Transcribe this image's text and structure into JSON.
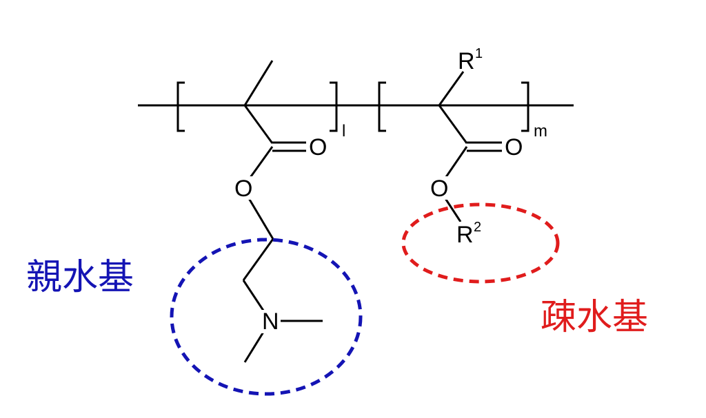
{
  "structure": {
    "unit1": {
      "carbonyl_o": "O",
      "ester_o": "O",
      "amine_n": "N",
      "repeat_subscript": "l"
    },
    "unit2": {
      "carbonyl_o": "O",
      "ester_o": "O",
      "substituent_top": "R",
      "substituent_top_sup": "1",
      "substituent_side": "R",
      "substituent_side_sup": "2",
      "repeat_subscript": "m"
    }
  },
  "annotations": {
    "hydrophilic": {
      "label": "親水基",
      "color": "#1414b4"
    },
    "hydrophobic": {
      "label": "疎水基",
      "color": "#e01c1c"
    }
  }
}
